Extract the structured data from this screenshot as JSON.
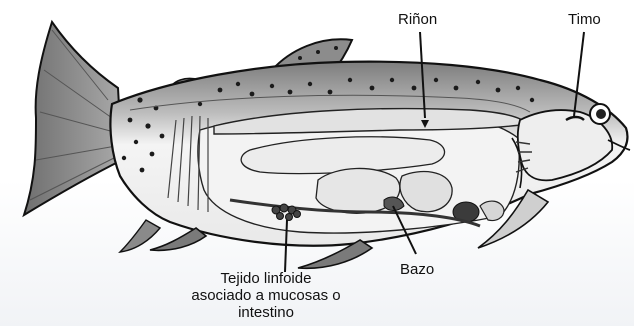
{
  "diagram": {
    "labels": {
      "kidney": "Riñon",
      "thymus": "Timo",
      "spleen": "Bazo",
      "galt_line1": "Tejido linfoide",
      "galt_line2": "asociado a mucosas o",
      "galt_line3": "intestino"
    },
    "colors": {
      "outline": "#111111",
      "body_light": "#f2f2f2",
      "back_dark": "#8a8a8a",
      "organ_fill": "#e6e6e6"
    }
  }
}
